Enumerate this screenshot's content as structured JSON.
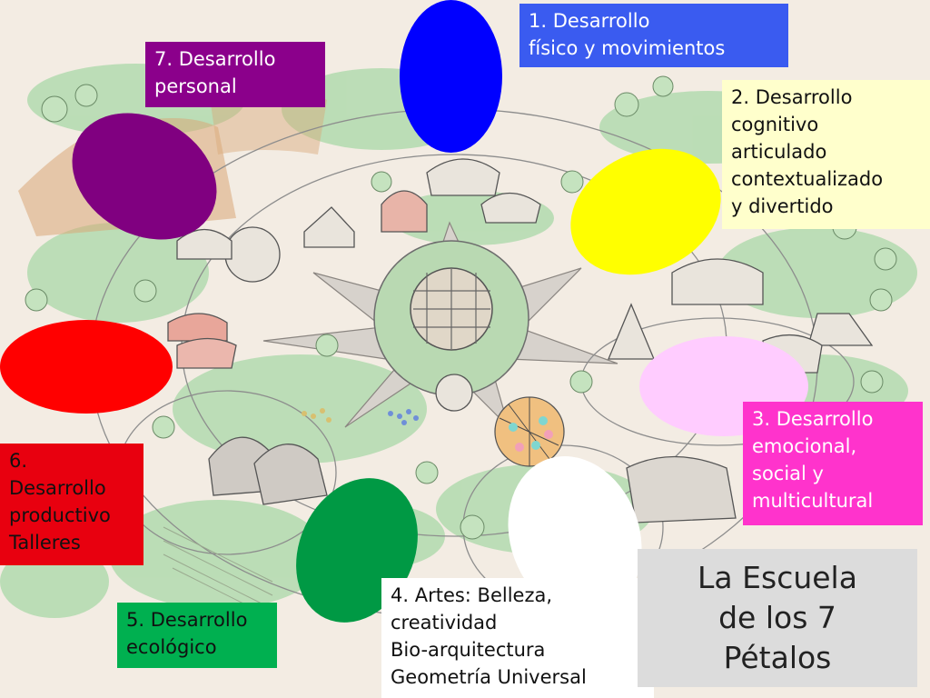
{
  "petals": [
    {
      "id": 1,
      "color": "#0000ff",
      "label_bg": "#3a5bf0",
      "label_fg": "#ffffff",
      "lines": [
        "1.  Desarrollo",
        "físico y movimientos"
      ]
    },
    {
      "id": 2,
      "color": "#ffff00",
      "label_bg": "#ffffcc",
      "label_fg": "#111111",
      "lines": [
        "2. Desarrollo",
        "cognitivo",
        "articulado",
        "contextualizado",
        "y divertido"
      ]
    },
    {
      "id": 3,
      "color": "#ffccff",
      "label_bg": "#ff33cc",
      "label_fg": "#ffffff",
      "lines": [
        "3. Desarrollo",
        "emocional,",
        "social y",
        "multicultural"
      ]
    },
    {
      "id": 4,
      "color": "#ffffff",
      "label_bg": "#ffffff",
      "label_fg": "#111111",
      "lines": [
        "4.  Artes: Belleza,",
        "creatividad",
        "Bio-arquitectura",
        "Geometría Universal"
      ]
    },
    {
      "id": 5,
      "color": "#009944",
      "label_bg": "#00b050",
      "label_fg": "#111111",
      "lines": [
        "5. Desarrollo",
        "ecológico"
      ]
    },
    {
      "id": 6,
      "color": "#ff0000",
      "label_bg": "#e8000f",
      "label_fg": "#111111",
      "lines": [
        "6.",
        "Desarrollo",
        "productivo",
        "Talleres"
      ]
    },
    {
      "id": 7,
      "color": "#800080",
      "label_bg": "#8b008b",
      "label_fg": "#ffffff",
      "lines": [
        "7. Desarrollo",
        "personal"
      ]
    }
  ],
  "title": {
    "lines": [
      "La Escuela",
      "de los 7",
      "Pétalos"
    ]
  }
}
